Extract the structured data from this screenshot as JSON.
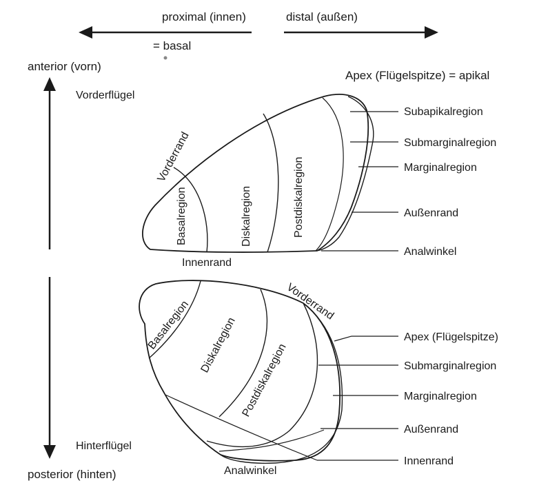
{
  "header": {
    "proximal": "proximal (innen)",
    "distal": "distal (außen)",
    "basal": "= basal",
    "apikal": "Apex (Flügelspitze)  = apikal"
  },
  "axis": {
    "anterior": "anterior (vorn)",
    "posterior": "posterior (hinten)"
  },
  "forewing": {
    "title": "Vorderflügel",
    "vorderrand": "Vorderrand",
    "innenrand": "Innenrand",
    "regions": {
      "basal": "Basalregion",
      "diskal": "Diskalregion",
      "postdiskal": "Postdiskalregion"
    },
    "callouts": {
      "subapikal": "Subapikalregion",
      "submarginal": "Submarginalregion",
      "marginal": "Marginalregion",
      "aussenrand": "Außenrand",
      "analwinkel": "Analwinkel"
    }
  },
  "hindwing": {
    "title": "Hinterflügel",
    "vorderrand": "Vorderrand",
    "analwinkel": "Analwinkel",
    "regions": {
      "basal": "Basalregion",
      "diskal": "Diskalregion",
      "postdiskal": "Postdiskalregion"
    },
    "callouts": {
      "apex": "Apex (Flügelspitze)",
      "submarginal": "Submarginalregion",
      "marginal": "Marginalregion",
      "aussenrand": "Außenrand",
      "innenrand": "Innenrand"
    }
  }
}
